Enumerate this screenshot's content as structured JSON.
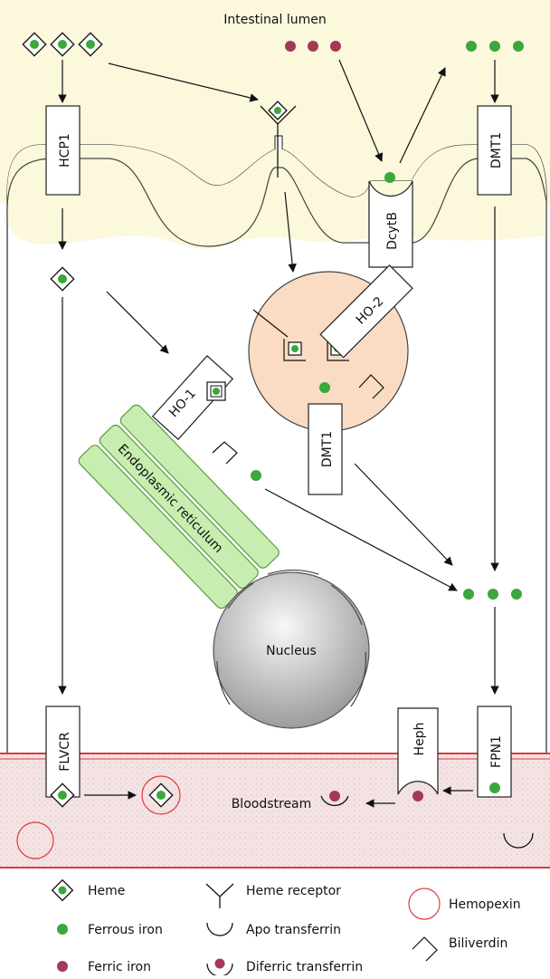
{
  "labels": {
    "lumen": "Intestinal lumen",
    "bloodstream": "Bloodstream",
    "nucleus": "Nucleus",
    "er": "Endoplasmic reticulum"
  },
  "proteins": {
    "hcp1": "HCP1",
    "dcytb": "DcytB",
    "dmt1_top": "DMT1",
    "ho2": "HO-2",
    "dmt1_mid": "DMT1",
    "ho1": "HO-1",
    "flvcr": "FLVCR",
    "heph": "Heph",
    "fpn1": "FPN1"
  },
  "legend": {
    "heme": "Heme",
    "ferrous": "Ferrous iron",
    "ferric": "Ferric iron",
    "heme_receptor": "Heme receptor",
    "apo_transferrin": "Apo transferrin",
    "diferric_transferrin": "Diferric transferrin",
    "hemopexin": "Hemopexin",
    "biliverdin": "Biliverdin"
  },
  "colors": {
    "lumen_bg": "#fbf8dc",
    "blood_bg": "#f4e3e4",
    "membrane_red": "#d9383a",
    "ferrous_green": "#3aa83a",
    "ferric_maroon": "#a33a55",
    "endosome_fill": "#f9dcc3",
    "er_fill": "#c8edb1",
    "er_stroke": "#5a9c3c",
    "hemopexin_red": "#e0393d"
  }
}
